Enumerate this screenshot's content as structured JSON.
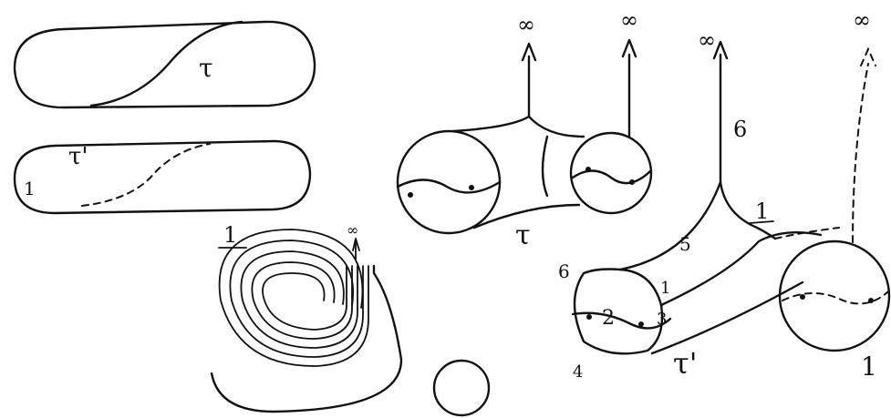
{
  "labels": {
    "tau_top": "τ",
    "tau_prime_left": "τ'",
    "one_left": "1",
    "one_underlined": "1",
    "tau_middle": "τ",
    "inf_1": "∞",
    "inf_2": "∞",
    "inf_3": "∞",
    "inf_4": "∞",
    "inf_small": "∞",
    "six_top": "6",
    "one_right": "1",
    "five": "5",
    "six_left": "6",
    "one_small": "1",
    "two": "2",
    "three": "3",
    "four": "4",
    "tau_prime_right": "τ'",
    "one_bottom_right": "1"
  }
}
